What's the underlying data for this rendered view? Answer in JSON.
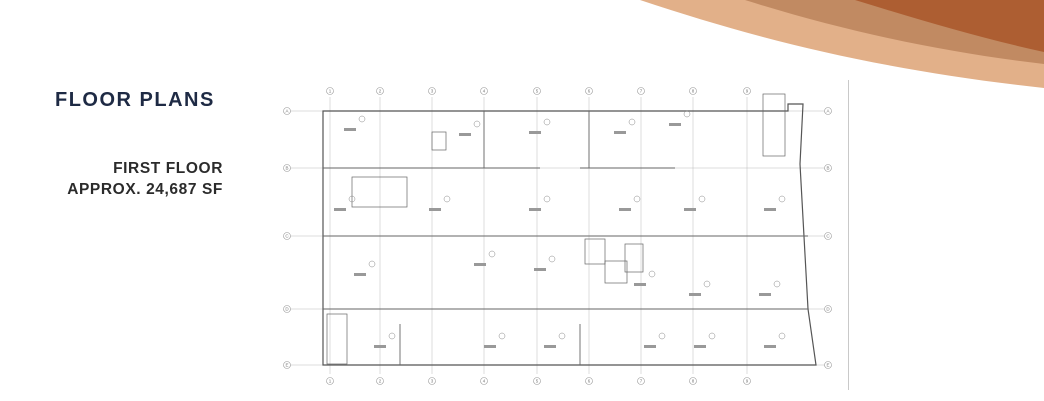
{
  "page": {
    "title": "FLOOR PLANS",
    "floor_name": "FIRST FLOOR",
    "floor_area": "APPROX. 24,687 SF"
  },
  "plan": {
    "column_labels": [
      "1",
      "2",
      "3",
      "4",
      "5",
      "6",
      "7",
      "8",
      "9"
    ],
    "row_labels": [
      "A",
      "B",
      "C",
      "D",
      "E"
    ]
  },
  "colors": {
    "title": "#1e2a44",
    "swoosh_light": "#e2b089",
    "swoosh_mid": "#c18a62",
    "swoosh_dark": "#ad5e32"
  }
}
